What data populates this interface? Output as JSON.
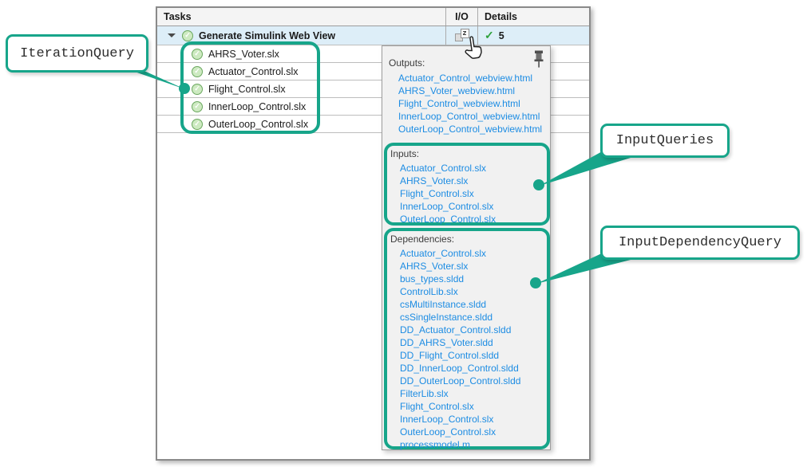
{
  "colors": {
    "callout_teal": "#17a58a",
    "link_blue": "#1c8ce3",
    "selected_row_blue": "#ddeef8",
    "status_green": "#2ea13b"
  },
  "icons": {
    "check": "✓",
    "io_glyph": "z"
  },
  "table": {
    "columns": [
      "Tasks",
      "I/O",
      "Details"
    ],
    "parent_row": {
      "label": "Generate Simulink Web View",
      "details_count": "5"
    },
    "task_rows": [
      "AHRS_Voter.slx",
      "Actuator_Control.slx",
      "Flight_Control.slx",
      "InnerLoop_Control.slx",
      "OuterLoop_Control.slx"
    ]
  },
  "popup": {
    "outputs_label": "Outputs:",
    "outputs": [
      "Actuator_Control_webview.html",
      "AHRS_Voter_webview.html",
      "Flight_Control_webview.html",
      "InnerLoop_Control_webview.html",
      "OuterLoop_Control_webview.html"
    ],
    "inputs_label": "Inputs:",
    "inputs": [
      "Actuator_Control.slx",
      "AHRS_Voter.slx",
      "Flight_Control.slx",
      "InnerLoop_Control.slx",
      "OuterLoop_Control.slx"
    ],
    "dependencies_label": "Dependencies:",
    "dependencies": [
      "Actuator_Control.slx",
      "AHRS_Voter.slx",
      "bus_types.sldd",
      "ControlLib.slx",
      "csMultiInstance.sldd",
      "csSingleInstance.sldd",
      "DD_Actuator_Control.sldd",
      "DD_AHRS_Voter.sldd",
      "DD_Flight_Control.sldd",
      "DD_InnerLoop_Control.sldd",
      "DD_OuterLoop_Control.sldd",
      "FilterLib.slx",
      "Flight_Control.slx",
      "InnerLoop_Control.slx",
      "OuterLoop_Control.slx",
      "processmodel.m"
    ]
  },
  "callouts": {
    "iteration_query": "IterationQuery",
    "input_queries": "InputQueries",
    "input_dependency_query": "InputDependencyQuery"
  }
}
